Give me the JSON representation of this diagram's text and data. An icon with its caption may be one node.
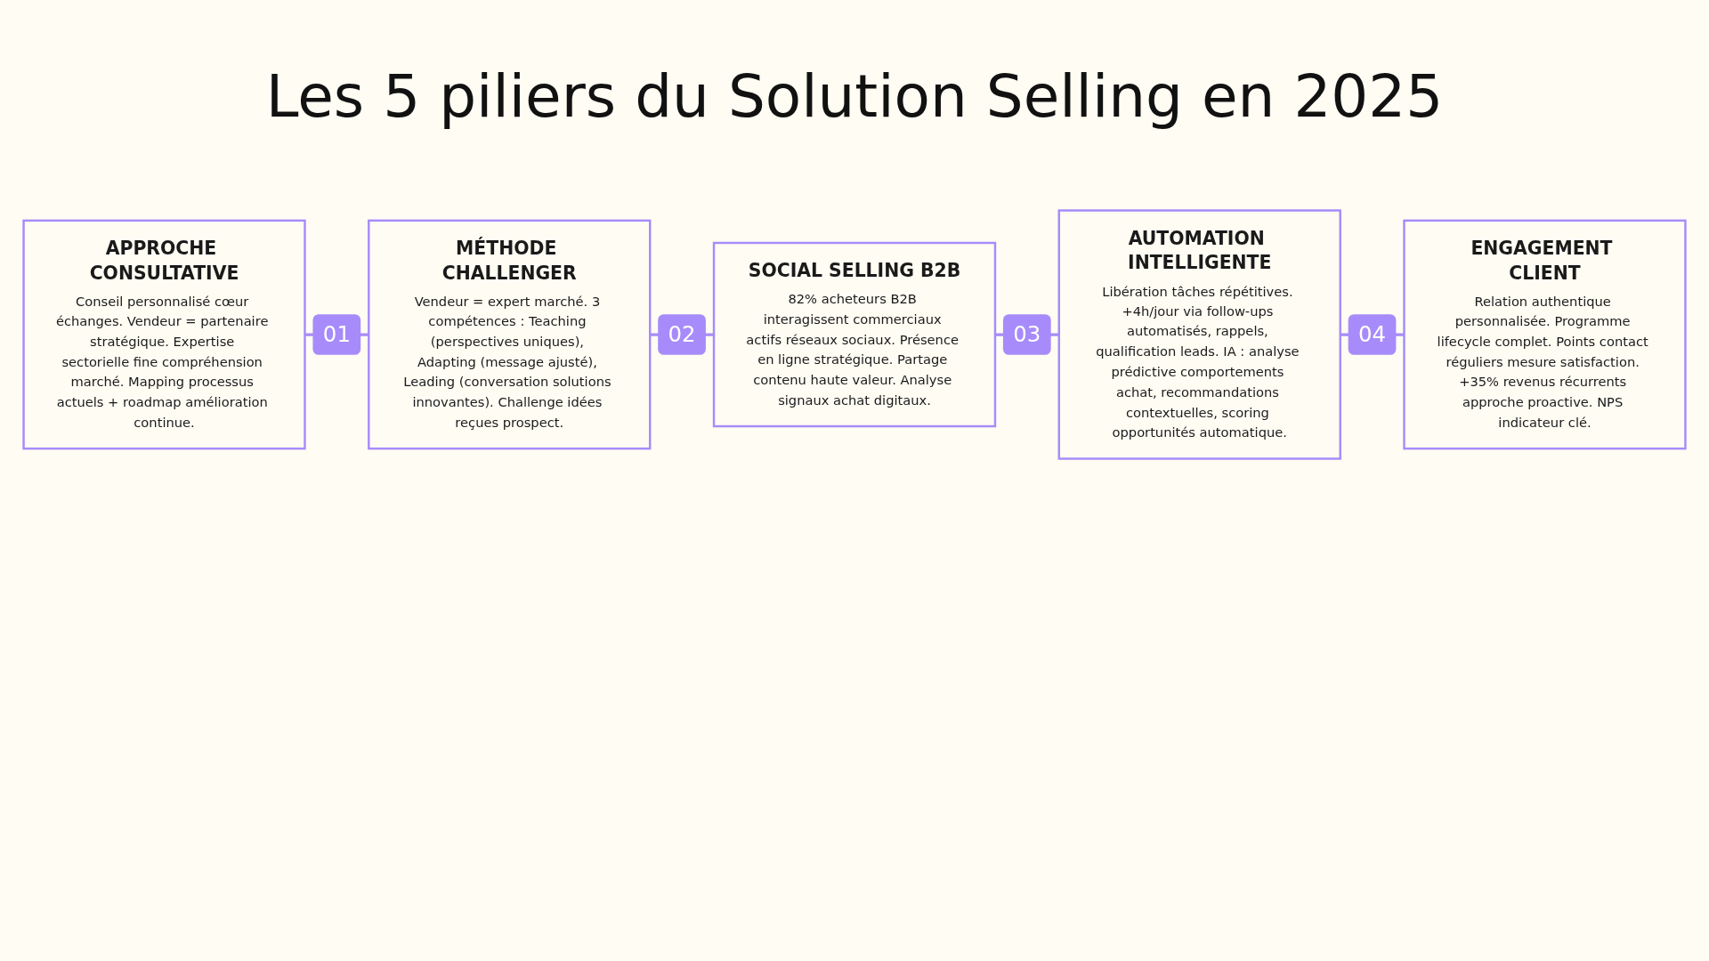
{
  "diagram": {
    "title": "Les 5 piliers du Solution Selling en 2025",
    "nodes": [
      {
        "text": [
          "APPROCHE CONSULTATIVE",
          "Conseil personnalisé cœur échanges. Vendeur = partenaire stratégique. Expertise sectorielle fine compréhension marché. Mapping processus actuels + roadmap amélioration continue."
        ]
      },
      {
        "text": [
          "MÉTHODE CHALLENGER",
          "Vendeur = expert marché. 3 compétences : Teaching (perspectives uniques), Adapting (message ajusté), Leading (conversation solutions innovantes). Challenge idées reçues prospect."
        ]
      },
      {
        "text": [
          "SOCIAL SELLING B2B",
          "82% acheteurs B2B interagissent commerciaux actifs réseaux sociaux. Présence en ligne stratégique. Partage contenu haute valeur. Analyse signaux achat digitaux."
        ]
      },
      {
        "text": [
          "ENGAGEMENT CLIENT",
          "Relation authentique personnalisée. Programme lifecycle complet. Points contact réguliers mesure satisfaction. +35% revenus récurrents approche proactive. NPS indicateur clé."
        ]
      },
      {
        "text": [
          "AUTOMATION INTELLIGENTE",
          "Libération tâches répétitives. +4h/jour via follow-ups automatisés, rappels, qualification leads. IA : analyse prédictive comportements achat, recommandations contextuelles, scoring opportunités automatique."
        ]
      }
    ],
    "edges": [
      {
        "from": 0,
        "to": 1,
        "arrow": "none",
        "label": "01"
      },
      {
        "from": 1,
        "to": 2,
        "arrow": "none",
        "label": "02"
      },
      {
        "from": 2,
        "to": 4,
        "arrow": "none",
        "label": "03"
      },
      {
        "from": 4,
        "to": 3,
        "arrow": "none",
        "label": "04"
      }
    ]
  }
}
